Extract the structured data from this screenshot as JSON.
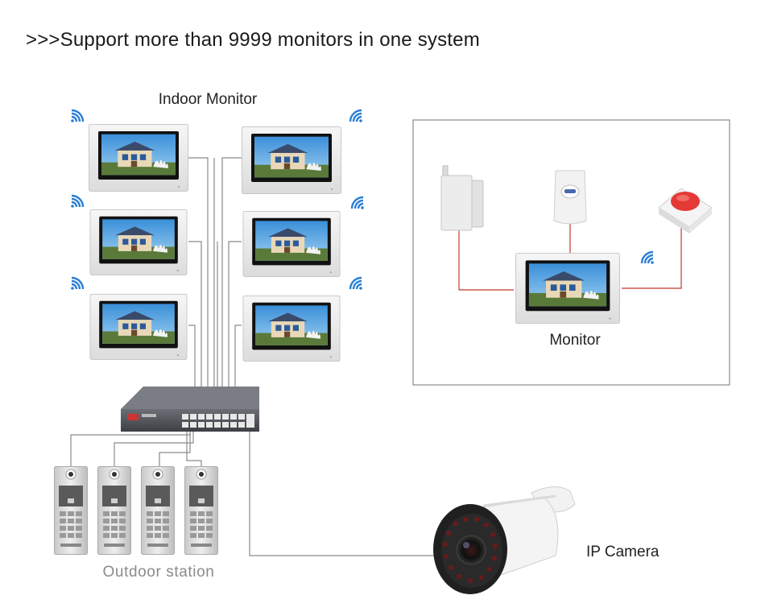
{
  "headline": ">>>Support more than 9999 monitors in one system",
  "labels": {
    "indoor_monitor": "Indoor Monitor",
    "monitor": "Monitor",
    "outdoor_station": "Outdoor station",
    "ip_camera": "IP Camera"
  },
  "icons": {
    "wifi": "wifi-icon",
    "door_sensor": "door-sensor-icon",
    "pir_sensor": "pir-sensor-icon",
    "panic_button": "panic-button-icon",
    "switch": "network-switch-icon",
    "camera": "ip-camera-icon"
  },
  "colors": {
    "wire_grey": "#8a8a8a",
    "wire_red": "#c0392b",
    "screen_frame": "#e8e8e8",
    "panic_red": "#e53935",
    "wifi_blue": "#2a7fd4"
  }
}
